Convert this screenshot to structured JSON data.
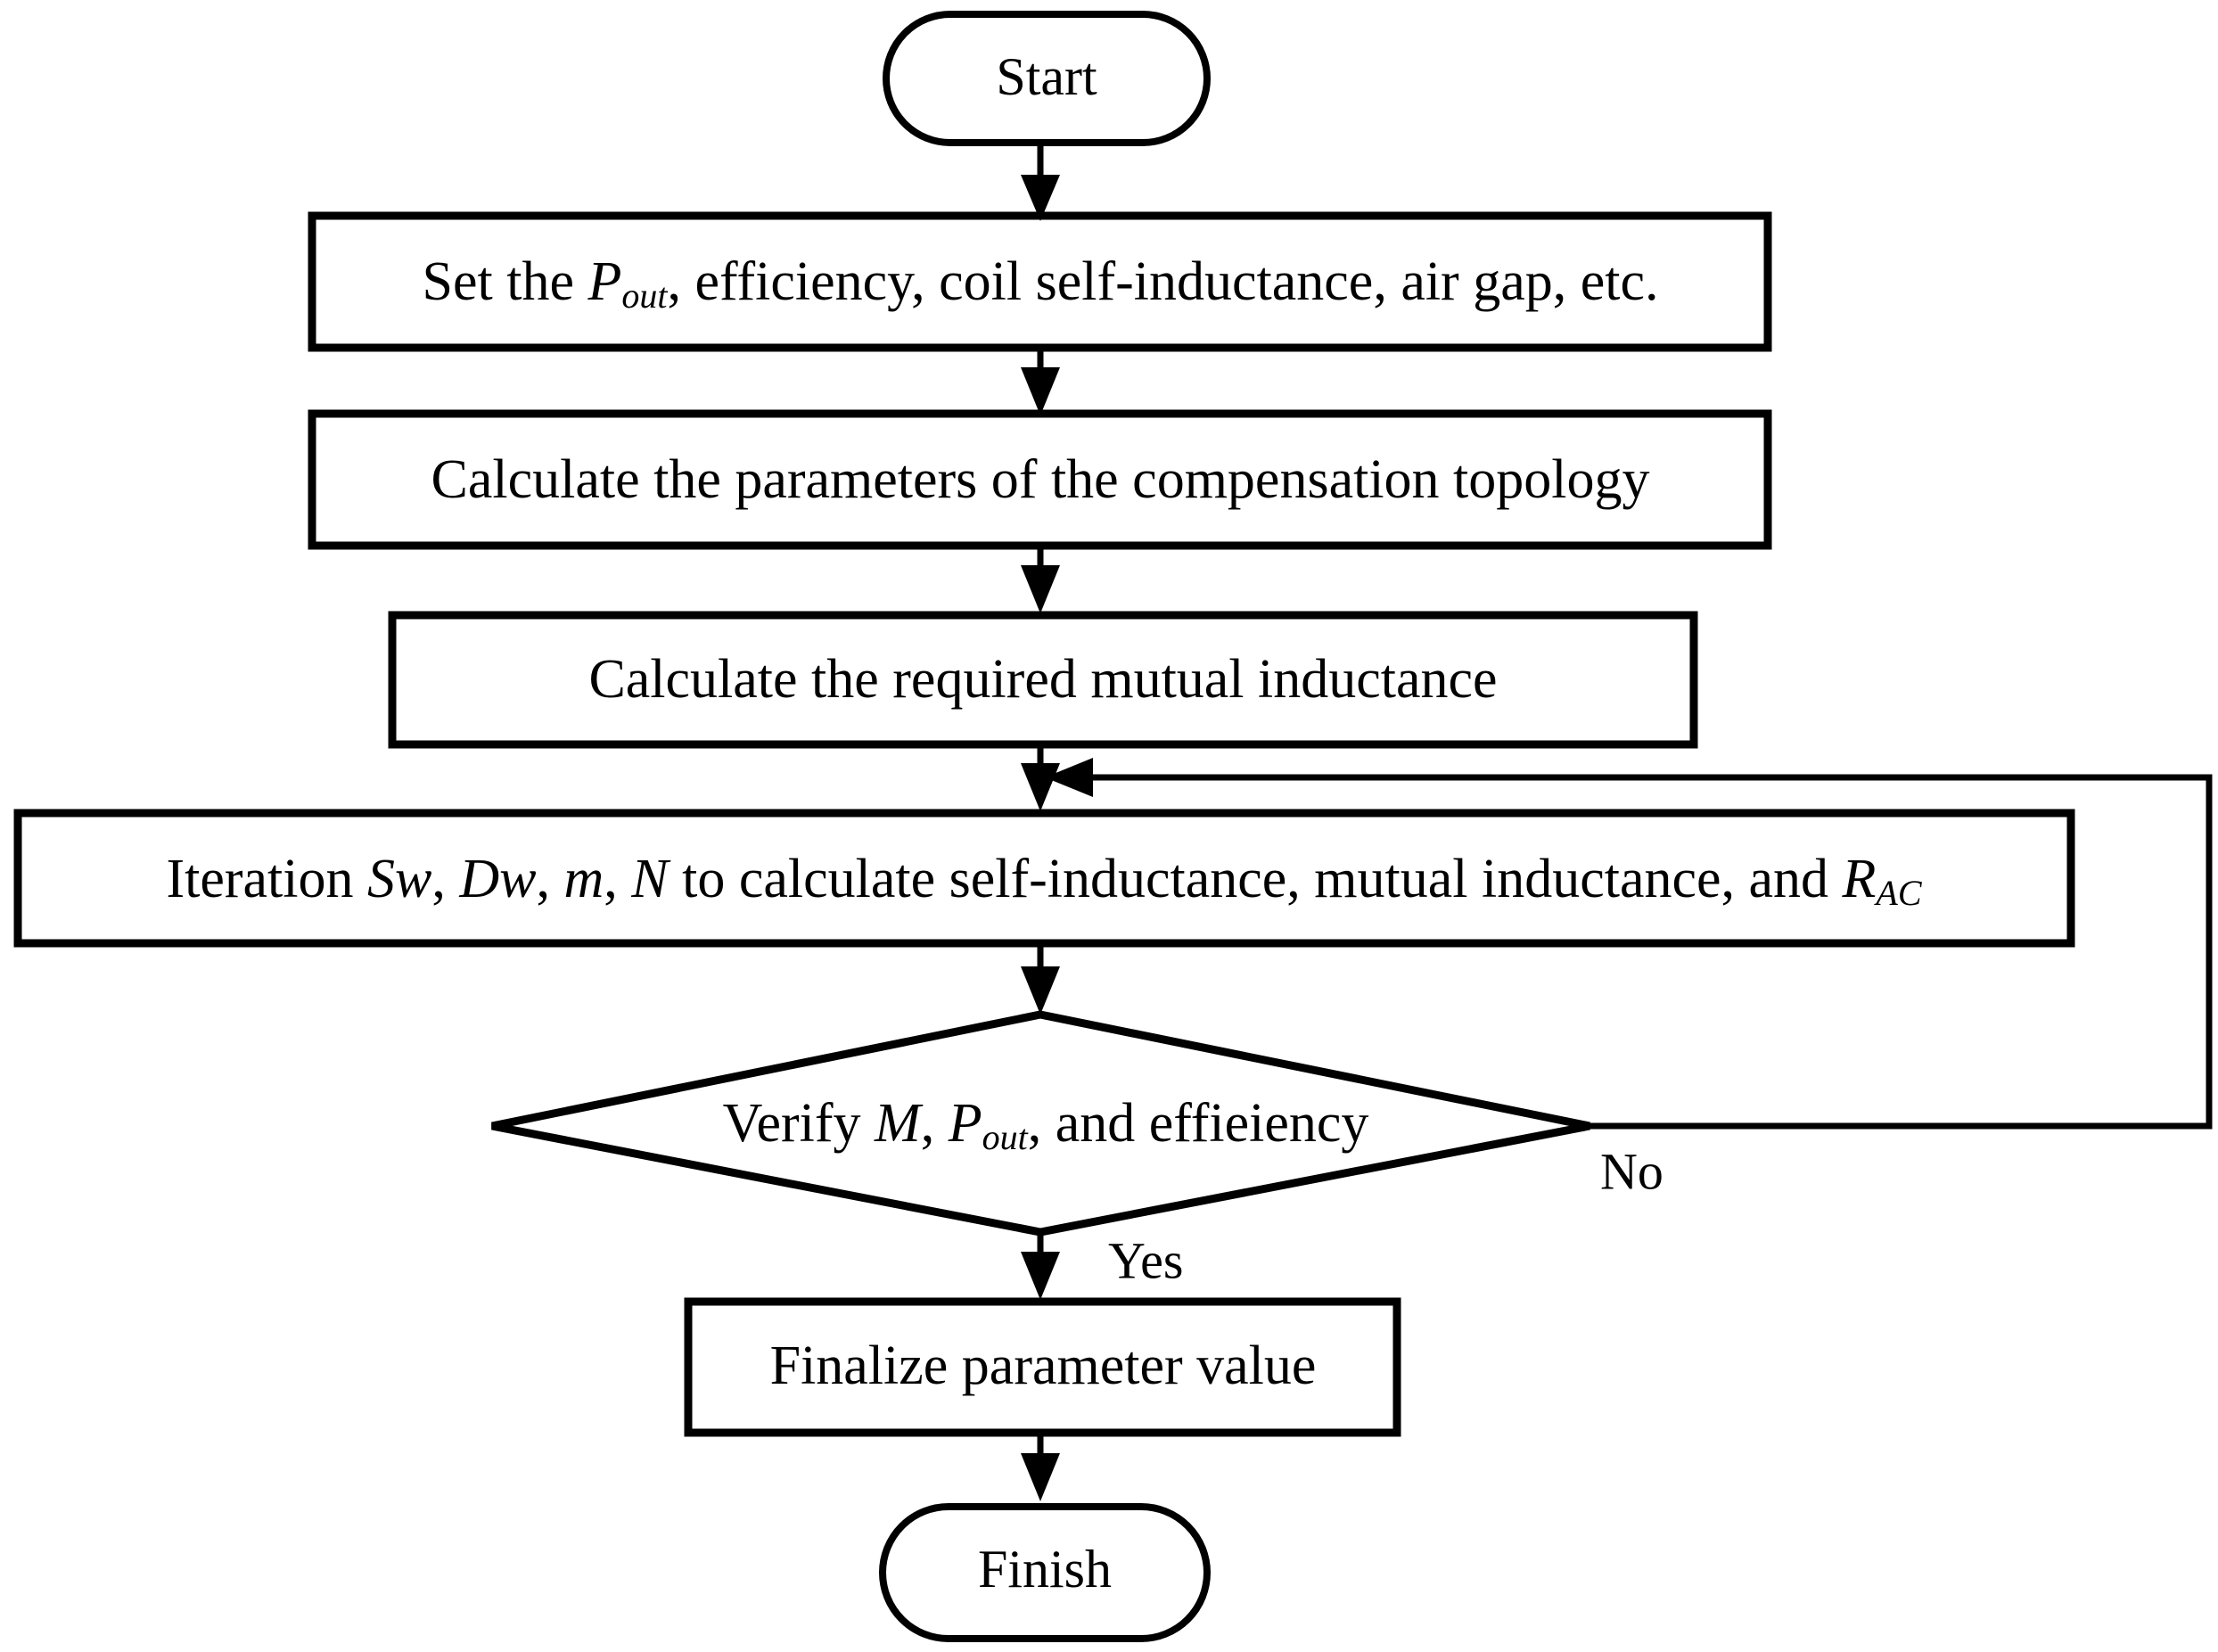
{
  "diagram": {
    "type": "flowchart",
    "title": "Design procedure flowchart for coil and compensation parameter selection",
    "orientation": "top-to-bottom",
    "background_color": "#ffffff",
    "line_color": "#000000",
    "text_color": "#000000"
  },
  "nodes": {
    "start": {
      "shape": "terminator",
      "label": "Start"
    },
    "set_params": {
      "shape": "process",
      "label_prefix": "Set the ",
      "var_main": "P",
      "var_sub": "out",
      "label_suffix": ", efficiency, coil self-inductance, air gap, etc.",
      "plain_label": "Set the Pout, efficiency, coil self-inductance, air gap, etc."
    },
    "calc_compensation": {
      "shape": "process",
      "label": "Calculate the parameters of the compensation topology"
    },
    "calc_mutual": {
      "shape": "process",
      "label": "Calculate the required mutual inductance"
    },
    "iteration": {
      "shape": "process",
      "seg1": "Iteration ",
      "v1": "Sw",
      "sep1": ", ",
      "v2": "Dw",
      "sep2": ", ",
      "v3": "m",
      "sep3": ", ",
      "v4": "N",
      "seg2": " to calculate self-inductance, mutual inductance, and ",
      "v5": "R",
      "v5_sub": "AC",
      "plain_label": "Iteration Sw, Dw, m, N to calculate self-inductance, mutual inductance, and RAC"
    },
    "verify": {
      "shape": "decision",
      "seg1": "Verify ",
      "v1": "M",
      "sep1": ", ",
      "v2": "P",
      "v2_sub": "out",
      "seg2": ", and effieiency",
      "plain_label": "Verify M, Pout, and effieiency"
    },
    "finalize": {
      "shape": "process",
      "label": "Finalize parameter value"
    },
    "finish": {
      "shape": "terminator",
      "label": "Finish"
    }
  },
  "edge_labels": {
    "yes": "Yes",
    "no": "No"
  },
  "flow_sequence": [
    "Start",
    "Set the Pout, efficiency, coil self-inductance, air gap, etc.",
    "Calculate the parameters of the compensation topology",
    "Calculate the required mutual inductance",
    "Iteration Sw, Dw, m, N to calculate self-inductance, mutual inductance, and RAC",
    "Verify M, Pout, and effieiency",
    "Finalize parameter value",
    "Finish"
  ],
  "edges": [
    {
      "from": "Start",
      "to": "Set the Pout, efficiency, coil self-inductance, air gap, etc.",
      "label": ""
    },
    {
      "from": "Set the Pout, efficiency, coil self-inductance, air gap, etc.",
      "to": "Calculate the parameters of the compensation topology",
      "label": ""
    },
    {
      "from": "Calculate the parameters of the compensation topology",
      "to": "Calculate the required mutual inductance",
      "label": ""
    },
    {
      "from": "Calculate the required mutual inductance",
      "to": "Iteration Sw, Dw, m, N to calculate self-inductance, mutual inductance, and RAC",
      "label": ""
    },
    {
      "from": "Iteration Sw, Dw, m, N to calculate self-inductance, mutual inductance, and RAC",
      "to": "Verify M, Pout, and effieiency",
      "label": ""
    },
    {
      "from": "Verify M, Pout, and effieiency",
      "to": "Finalize parameter value",
      "label": "Yes"
    },
    {
      "from": "Verify M, Pout, and effieiency",
      "to": "Iteration Sw, Dw, m, N to calculate self-inductance, mutual inductance, and RAC",
      "label": "No"
    },
    {
      "from": "Finalize parameter value",
      "to": "Finish",
      "label": ""
    }
  ]
}
